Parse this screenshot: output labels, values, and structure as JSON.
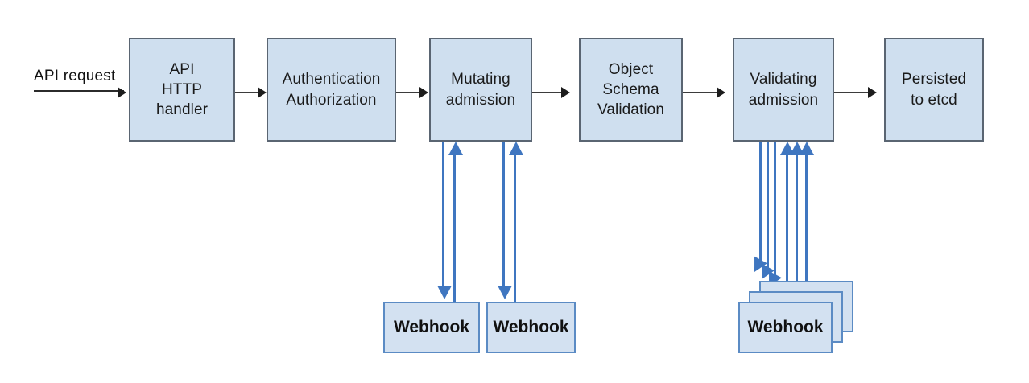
{
  "diagram": {
    "title": "Kubernetes API request admission flow",
    "background_color": "#ffffff",
    "colors": {
      "stage_fill": "#cfdfef",
      "stage_border": "#5a6572",
      "webhook_fill": "#d3e1f1",
      "webhook_border": "#5b8bc4",
      "connector": "#3b3b3b",
      "call_arrow": "#3f76c0"
    }
  },
  "entry": {
    "label": "API request"
  },
  "stages": [
    {
      "id": "api-http-handler",
      "label": "API\nHTTP\nhandler"
    },
    {
      "id": "authentication",
      "label": "Authentication\nAuthorization"
    },
    {
      "id": "mutating-admission",
      "label": "Mutating\nadmission"
    },
    {
      "id": "object-schema",
      "label": "Object\nSchema\nValidation"
    },
    {
      "id": "validating-admission",
      "label": "Validating\nadmission"
    },
    {
      "id": "persisted-etcd",
      "label": "Persisted\nto etcd"
    }
  ],
  "webhooks": [
    {
      "id": "mutating-webhook-1",
      "label": "Webhook",
      "parent": "mutating-admission",
      "stacked": false
    },
    {
      "id": "mutating-webhook-2",
      "label": "Webhook",
      "parent": "mutating-admission",
      "stacked": false
    },
    {
      "id": "validating-webhook-1",
      "label": "Webhook",
      "parent": "validating-admission",
      "stacked": true
    }
  ]
}
